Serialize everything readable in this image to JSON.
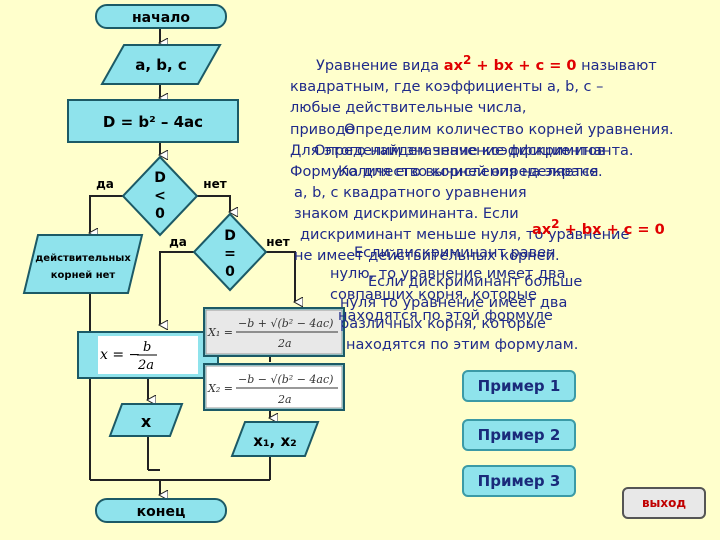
{
  "flowchart": {
    "start": "начало",
    "input": "a, b, c",
    "discriminant": "D = b² – 4ac",
    "cond1": [
      "D",
      "<",
      "0"
    ],
    "cond2": [
      "D",
      "=",
      "0"
    ],
    "yes": "да",
    "no": "нет",
    "no_roots": [
      "действительных",
      "корней нет"
    ],
    "output_x": "x",
    "output_x12": "x₁, x₂",
    "end": "конец",
    "formula_single": "x = −b / 2a",
    "formula_x1": "X₁ = (−b + √(b² − 4ac)) / 2a",
    "formula_x2": "X₂ = (−b − √(b² − 4ac)) / 2a"
  },
  "text": {
    "layer1": [
      "Уравнение вида ax² + bx + c = 0 называют",
      "квадратным, где коэффициенты a, b, c –",
      "любые действительные числа,"
    ],
    "layer2": [
      "приводе",
      "Для этого найдем значение дискриминанта.",
      "Формула для его вычисления на экране."
    ],
    "layer3": [
      "Определим количество корней уравнения.",
      "Определим значение коэффициентов",
      "Количество корней определяется",
      "a, b, c квадратного уравнения",
      "знаком дискриминанта. Если",
      "дискриминант меньше нуля, то уравнение",
      "не имеет действительных корней."
    ],
    "equation_red": "ax² + bx + c = 0",
    "layer4": [
      "Если дискриминант равен",
      "нулю, то уравнение имеет два",
      "совпавших корня, которые",
      "находятся по этой формуле"
    ],
    "layer5": [
      "Если дискриминант больше",
      "нуля то уравнение имеет два",
      "различных корня, которые",
      "находятся по этим формулам."
    ]
  },
  "buttons": {
    "example1": "Пример 1",
    "example2": "Пример 2",
    "example3": "Пример 3",
    "exit": "выход"
  },
  "colors": {
    "background": "#ffffcc",
    "block_fill": "#8fe3ec",
    "block_stroke": "#1c5a66",
    "text_blue": "#1f2a8a",
    "text_red": "#e00000"
  }
}
